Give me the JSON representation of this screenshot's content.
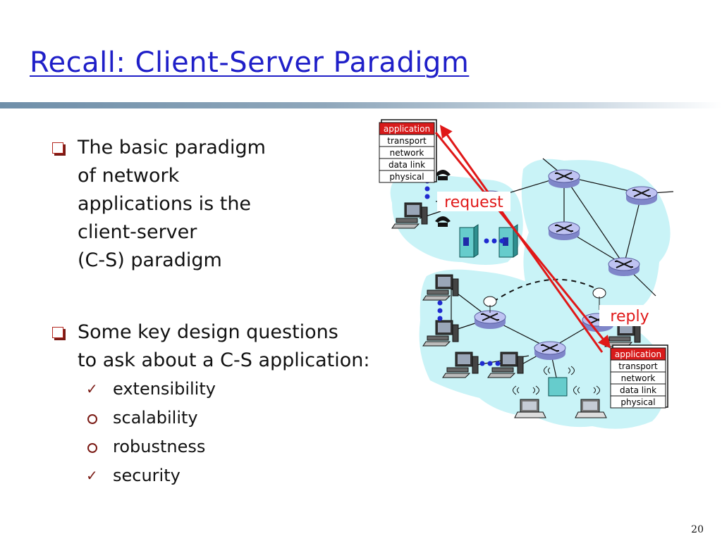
{
  "slide": {
    "title": "Recall: Client-Server Paradigm",
    "page_number": "20"
  },
  "bullets": [
    {
      "lines": [
        "The basic paradigm",
        "of network",
        "applications is the",
        "client-server",
        "(C-S) paradigm"
      ]
    },
    {
      "lines": [
        "Some key design questions",
        "to ask about a C-S application:"
      ],
      "sub_items": [
        {
          "text": "extensibility",
          "marker": "check"
        },
        {
          "text": "scalability",
          "marker": "circle"
        },
        {
          "text": "robustness",
          "marker": "circle"
        },
        {
          "text": "security",
          "marker": "check"
        }
      ]
    }
  ],
  "diagram": {
    "client_stack": [
      "application",
      "transport",
      "network",
      "data link",
      "physical"
    ],
    "server_stack": [
      "application",
      "transport",
      "network",
      "data link",
      "physical"
    ],
    "request_label": "request",
    "reply_label": "reply",
    "colors": {
      "arrow": "#e01818",
      "cloud": "#c9f3f7",
      "router": "#bfc3f2",
      "stack_highlight": "#d81b1b",
      "title": "#1f1fc8"
    }
  }
}
